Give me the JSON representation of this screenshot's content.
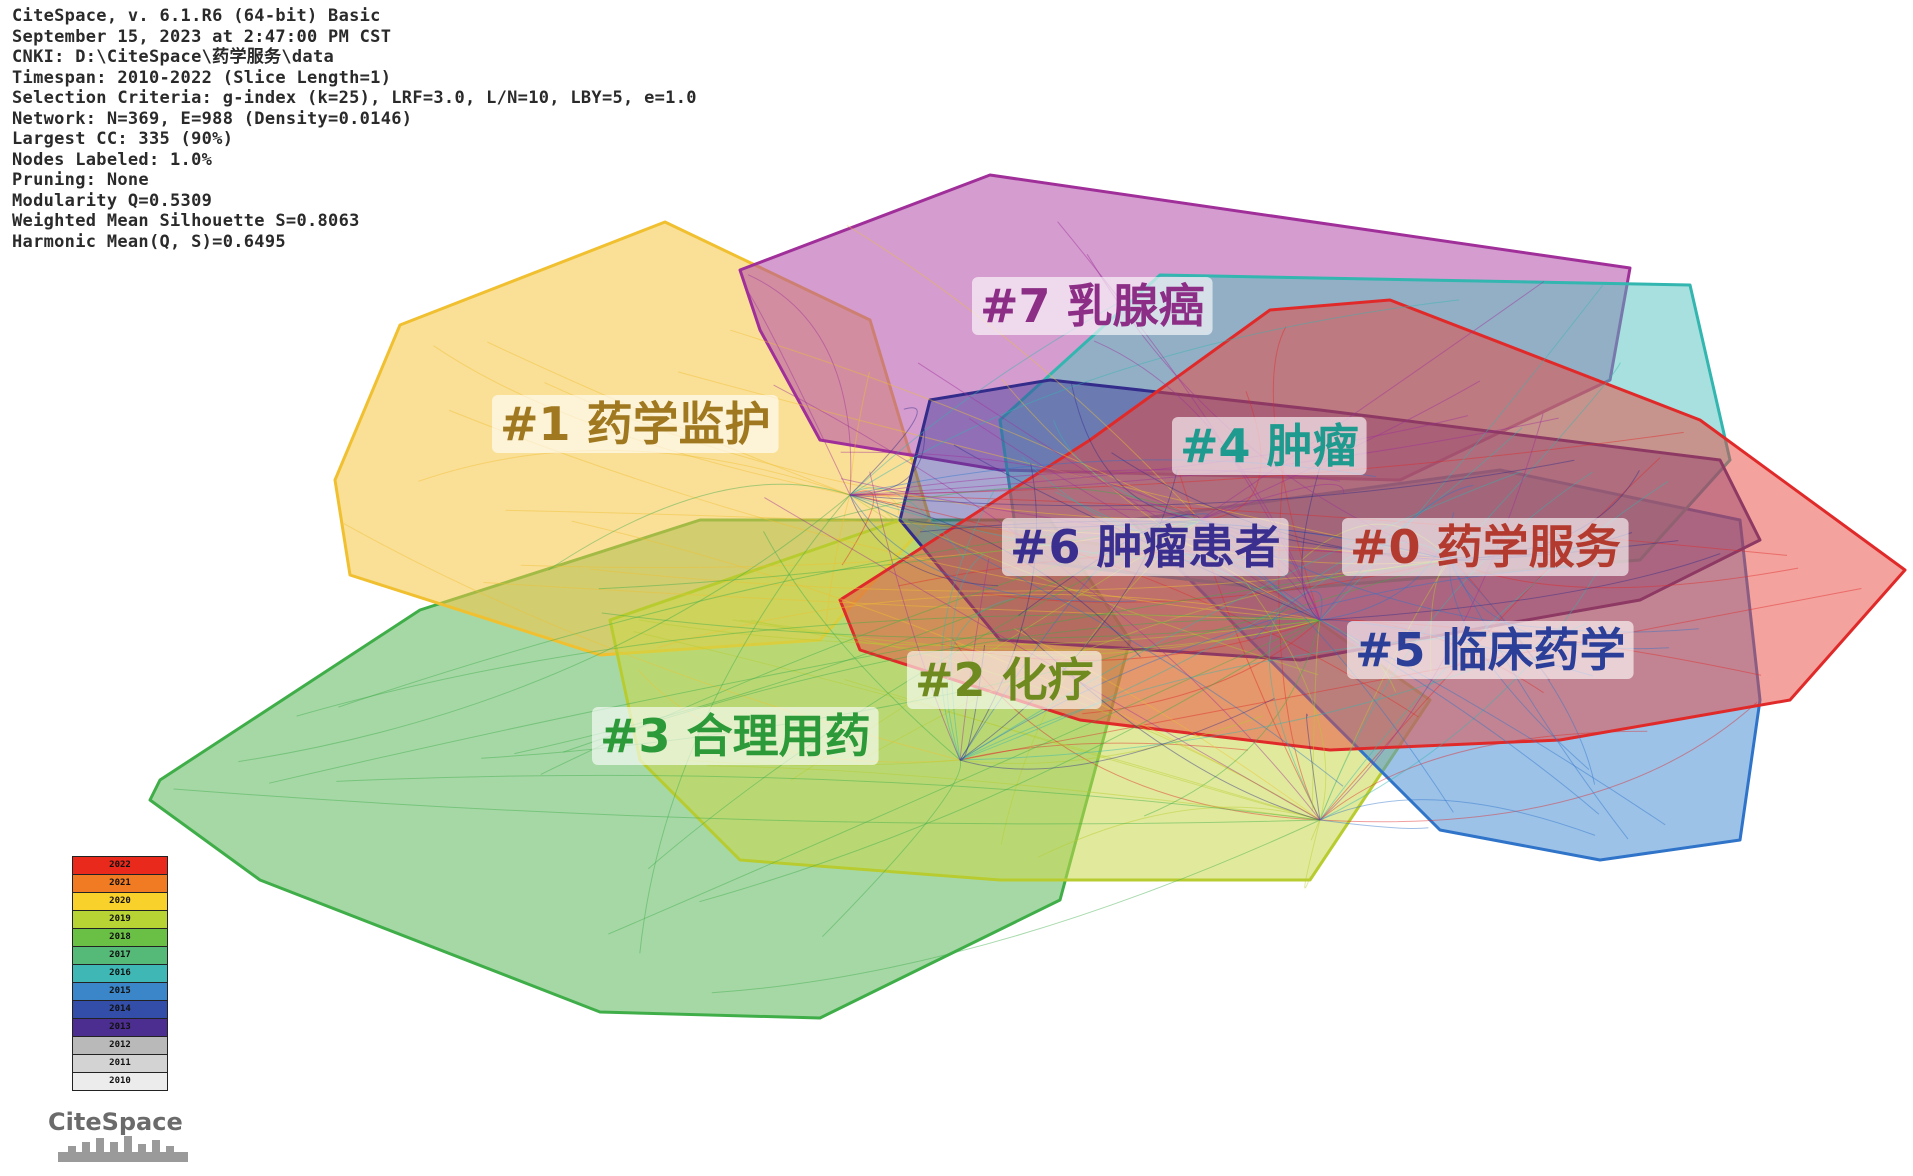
{
  "header_lines": [
    "CiteSpace, v. 6.1.R6 (64-bit) Basic",
    "September 15, 2023 at 2:47:00 PM CST",
    "CNKI: D:\\CiteSpace\\药学服务\\data",
    "Timespan: 2010-2022 (Slice Length=1)",
    "Selection Criteria: g-index (k=25), LRF=3.0, L/N=10, LBY=5, e=1.0",
    "Network: N=369, E=988 (Density=0.0146)",
    "Largest CC: 335 (90%)",
    "Nodes Labeled: 1.0%",
    "Pruning: None",
    "Modularity Q=0.5309",
    "Weighted Mean Silhouette S=0.8063",
    "Harmonic Mean(Q, S)=0.6495"
  ],
  "clusters": [
    {
      "id": "#0",
      "label": "#0 药学服务",
      "fill": "#e8453c",
      "stroke": "#e02a2a",
      "text_color": "#b33a2e"
    },
    {
      "id": "#1",
      "label": "#1 药学监护",
      "fill": "#f5c542",
      "stroke": "#f0c030",
      "text_color": "#a07820"
    },
    {
      "id": "#2",
      "label": "#2 化疗",
      "fill": "#c9d84a",
      "stroke": "#b8cc30",
      "text_color": "#6f8a1e"
    },
    {
      "id": "#3",
      "label": "#3 合理用药",
      "fill": "#5cb85c",
      "stroke": "#3fae49",
      "text_color": "#2d9a3a"
    },
    {
      "id": "#4",
      "label": "#4 肿瘤",
      "fill": "#4fc1be",
      "stroke": "#33b5b0",
      "text_color": "#1f9a8e"
    },
    {
      "id": "#5",
      "label": "#5 临床药学",
      "fill": "#4a8fd6",
      "stroke": "#2f74c9",
      "text_color": "#2c3f98"
    },
    {
      "id": "#6",
      "label": "#6 肿瘤患者",
      "fill": "#3f3a98",
      "stroke": "#332c8a",
      "text_color": "#3a2f8f"
    },
    {
      "id": "#7",
      "label": "#7 乳腺癌",
      "fill": "#b04aa8",
      "stroke": "#a02f9a",
      "text_color": "#8c2d86"
    }
  ],
  "legend": {
    "entries": [
      {
        "year": "2022",
        "color": "#e8291c"
      },
      {
        "year": "2021",
        "color": "#f07b22"
      },
      {
        "year": "2020",
        "color": "#f8d22b"
      },
      {
        "year": "2019",
        "color": "#b7d334"
      },
      {
        "year": "2018",
        "color": "#6abf45"
      },
      {
        "year": "2017",
        "color": "#55b978"
      },
      {
        "year": "2016",
        "color": "#3fb8b5"
      },
      {
        "year": "2015",
        "color": "#3a86c8"
      },
      {
        "year": "2014",
        "color": "#334ea8"
      },
      {
        "year": "2013",
        "color": "#4b2e8f"
      },
      {
        "year": "2012",
        "color": "#b9b9b9"
      },
      {
        "year": "2011",
        "color": "#d3d3d3"
      },
      {
        "year": "2010",
        "color": "#ececec"
      }
    ]
  },
  "logo_text": "CiteSpace"
}
